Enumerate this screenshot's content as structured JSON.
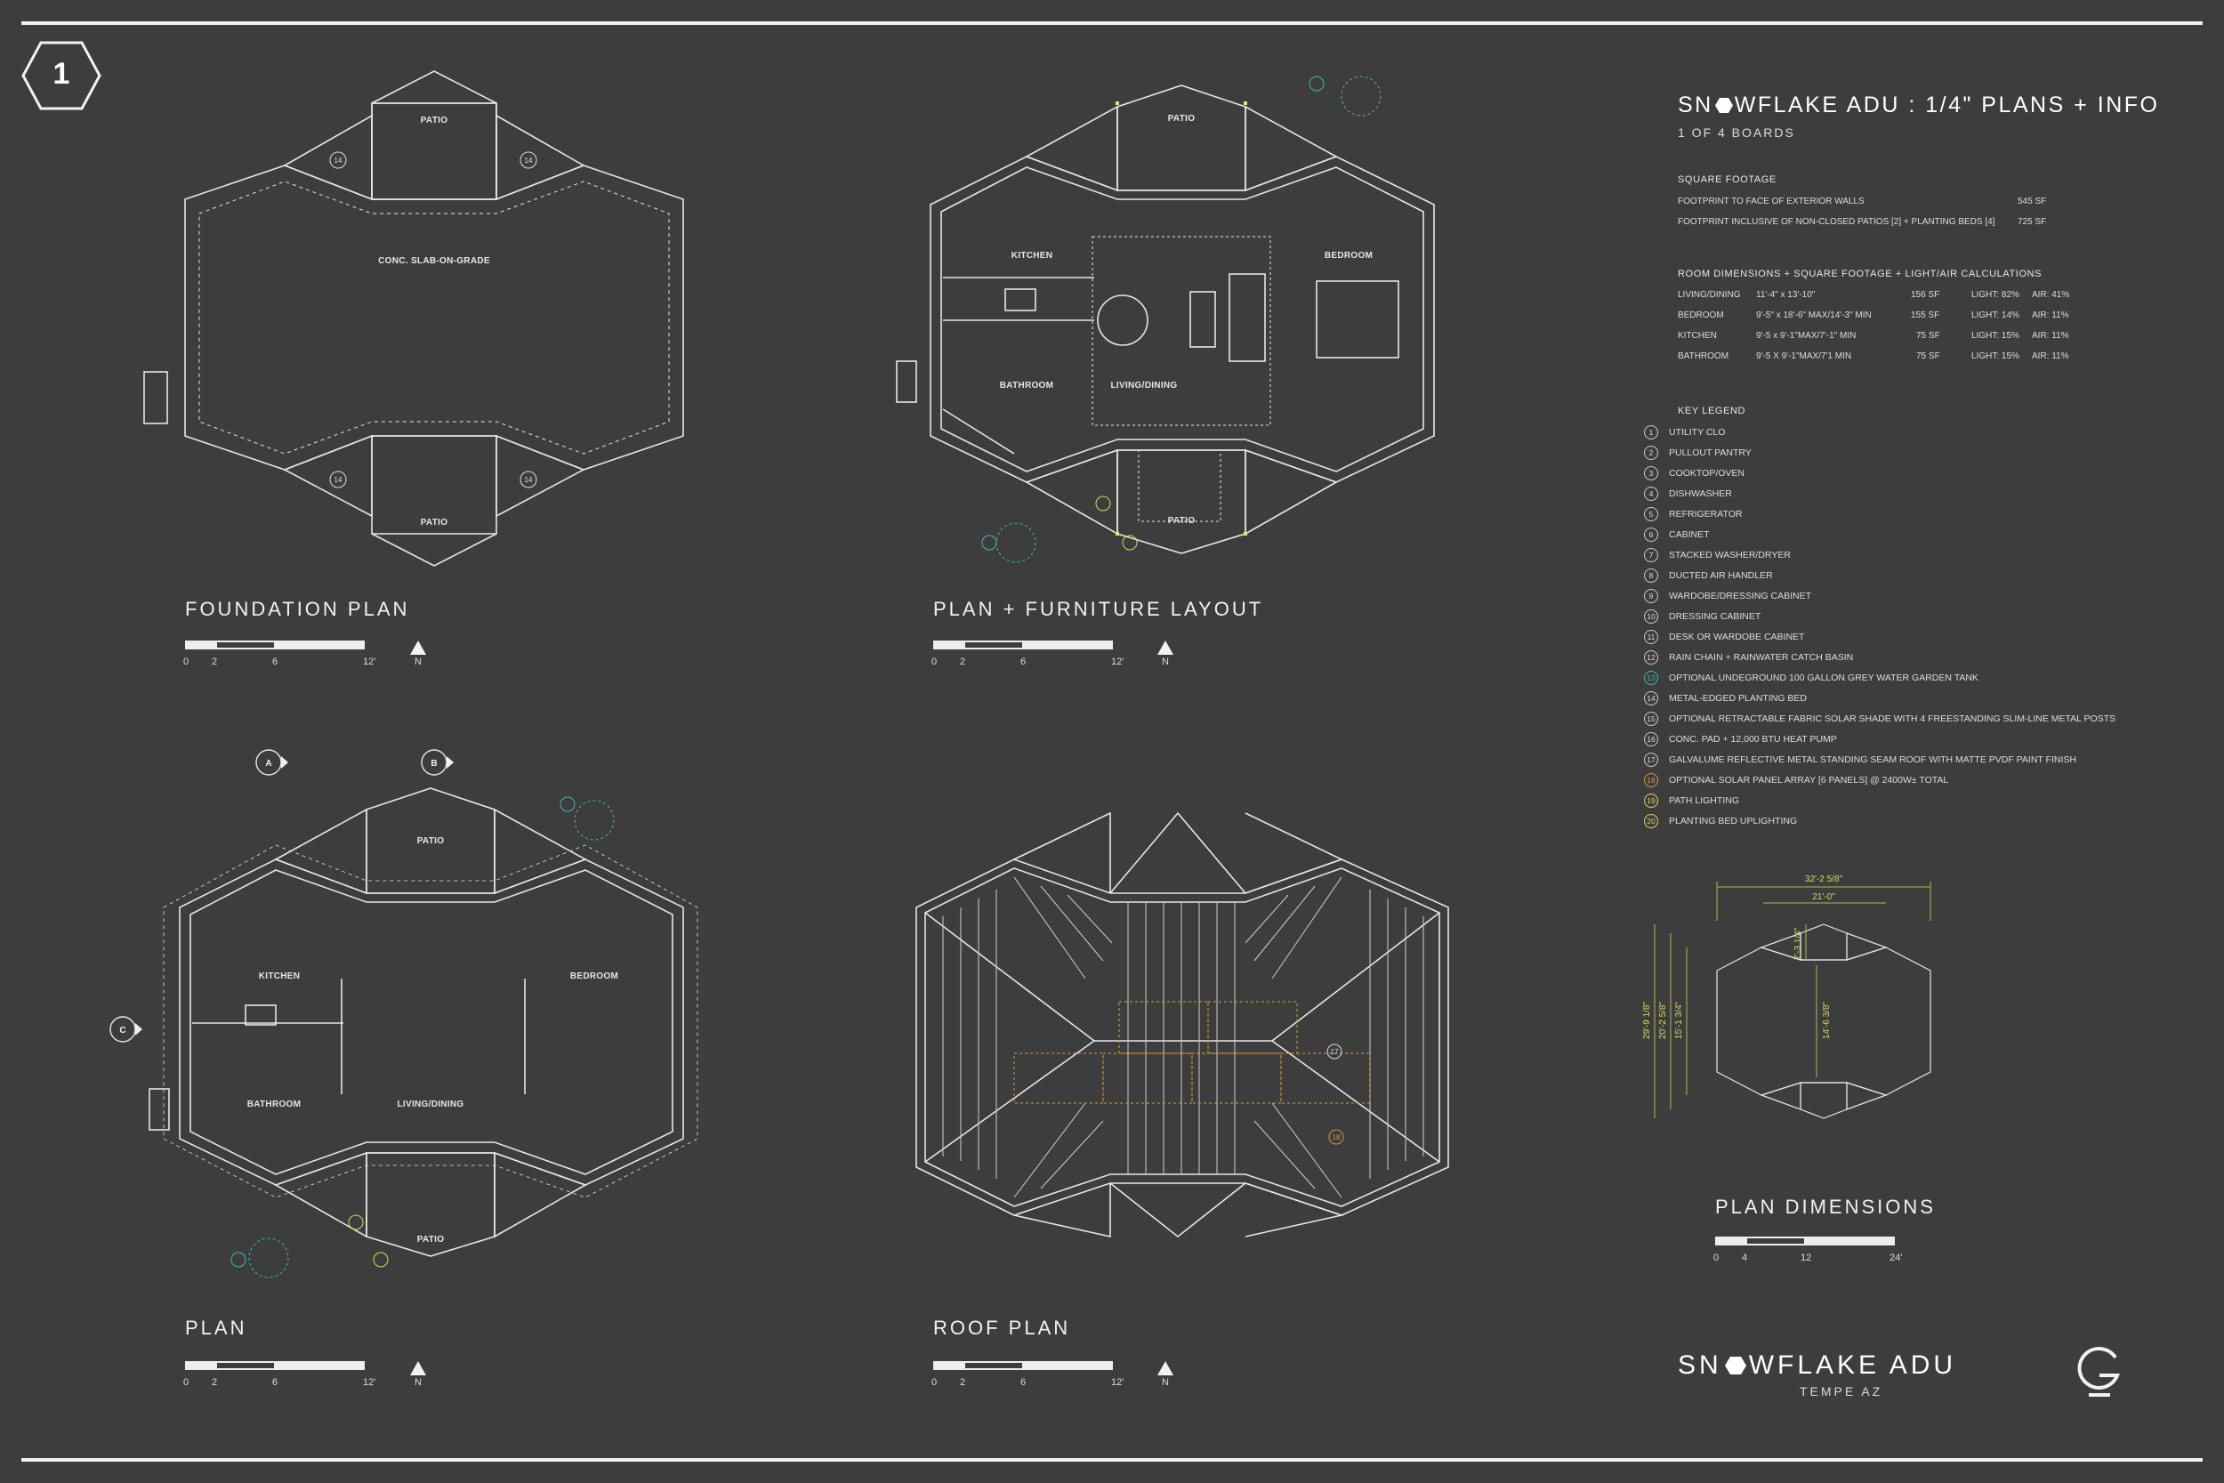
{
  "sheet_number": "1",
  "header": {
    "title_pre": "SN",
    "title_post": "WFLAKE  ADU : 1/4\" PLANS + INFO",
    "subtitle": "1 OF 4 BOARDS"
  },
  "square_footage": {
    "heading": "SQUARE FOOTAGE",
    "rows": [
      {
        "label": "FOOTPRINT TO FACE OF EXTERIOR WALLS",
        "value": "545 SF"
      },
      {
        "label": "FOOTPRINT INCLUSIVE OF NON-CLOSED PATIOS [2] + PLANTING BEDS [4]",
        "value": "725 SF"
      }
    ]
  },
  "room_dimensions": {
    "heading": "ROOM DIMENSIONS + SQUARE FOOTAGE + LIGHT/AIR CALCULATIONS",
    "rows": [
      {
        "room": "LIVING/DINING",
        "dims": "11'-4\" x 13'-10\"",
        "sf": "156 SF",
        "light": "LIGHT: 82%",
        "air": "AIR: 41%"
      },
      {
        "room": "BEDROOM",
        "dims": "9'-5\" x 18'-6\" MAX/14'-3\" MIN",
        "sf": "155 SF",
        "light": "LIGHT: 14%",
        "air": "AIR: 11%"
      },
      {
        "room": "KITCHEN",
        "dims": "9'-5 x 9'-1\"MAX/7'-1\" MIN",
        "sf": "75 SF",
        "light": "LIGHT: 15%",
        "air": "AIR: 11%"
      },
      {
        "room": "BATHROOM",
        "dims": "9'-5 X 9'-1\"MAX/7'1 MIN",
        "sf": "75 SF",
        "light": "LIGHT: 15%",
        "air": "AIR: 11%"
      }
    ]
  },
  "key_legend": {
    "heading": "KEY LEGEND",
    "items": [
      {
        "num": "1",
        "text": "UTILITY CLO",
        "color": "white"
      },
      {
        "num": "2",
        "text": "PULLOUT PANTRY",
        "color": "white"
      },
      {
        "num": "3",
        "text": "COOKTOP/OVEN",
        "color": "white"
      },
      {
        "num": "4",
        "text": "DISHWASHER",
        "color": "white"
      },
      {
        "num": "5",
        "text": "REFRIGERATOR",
        "color": "white"
      },
      {
        "num": "6",
        "text": "CABINET",
        "color": "white"
      },
      {
        "num": "7",
        "text": "STACKED WASHER/DRYER",
        "color": "white"
      },
      {
        "num": "8",
        "text": "DUCTED AIR HANDLER",
        "color": "white"
      },
      {
        "num": "9",
        "text": "WARDOBE/DRESSING CABINET",
        "color": "white"
      },
      {
        "num": "10",
        "text": "DRESSING CABINET",
        "color": "white"
      },
      {
        "num": "11",
        "text": "DESK OR WARDOBE CABINET",
        "color": "white"
      },
      {
        "num": "12",
        "text": "RAIN CHAIN + RAINWATER CATCH BASIN",
        "color": "white"
      },
      {
        "num": "13",
        "text": "OPTIONAL UNDEGROUND 100 GALLON GREY WATER GARDEN TANK",
        "color": "teal"
      },
      {
        "num": "14",
        "text": "METAL-EDGED PLANTING BED",
        "color": "white"
      },
      {
        "num": "15",
        "text": "OPTIONAL RETRACTABLE FABRIC SOLAR SHADE WITH 4 FREESTANDING SLIM-LINE METAL POSTS",
        "color": "white"
      },
      {
        "num": "16",
        "text": "CONC. PAD + 12,000 BTU HEAT PUMP",
        "color": "white"
      },
      {
        "num": "17",
        "text": "GALVALUME REFLECTIVE METAL STANDING SEAM ROOF WITH MATTE PVDF PAINT FINISH",
        "color": "white"
      },
      {
        "num": "18",
        "text": "OPTIONAL SOLAR PANEL ARRAY [6 PANELS] @ 2400W± TOTAL",
        "color": "orange"
      },
      {
        "num": "19",
        "text": "PATH LIGHTING",
        "color": "yellow"
      },
      {
        "num": "20",
        "text": "PLANTING BED UPLIGHTING",
        "color": "yellow"
      }
    ]
  },
  "drawings": {
    "foundation": {
      "title": "FOUNDATION PLAN",
      "slab": "CONC. SLAB-ON-GRADE",
      "patio": "PATIO",
      "bed": "14"
    },
    "furniture": {
      "title": "PLAN + FURNITURE LAYOUT",
      "patio": "PATIO",
      "kitchen": "KITCHEN",
      "bedroom": "BEDROOM",
      "bathroom": "BATHROOM",
      "living": "LIVING/DINING"
    },
    "plan": {
      "title": "PLAN",
      "patio": "PATIO",
      "kitchen": "KITCHEN",
      "bedroom": "BEDROOM",
      "bathroom": "BATHROOM",
      "living": "LIVING/DINING",
      "sec_a": "A",
      "sec_b": "B",
      "sec_c": "C"
    },
    "roof": {
      "title": "ROOF PLAN",
      "k17": "17",
      "k18": "18"
    },
    "dims": {
      "title": "PLAN DIMENSIONS",
      "overall_w": "32'-2 5/8\"",
      "inner_w": "21'-0\"",
      "overall_h": "29'-9 1/8\"",
      "h2": "20'-2 5/8\"",
      "h3": "15'-1 3/4\"",
      "h4": "14'-6 3/8\"",
      "h5": "7'-3 1/4\""
    }
  },
  "scale_small": {
    "t0": "0",
    "t1": "2",
    "t2": "6",
    "t3": "12'",
    "north": "N"
  },
  "scale_large": {
    "t0": "0",
    "t1": "4",
    "t2": "12",
    "t3": "24'"
  },
  "footer": {
    "brand_pre": "SN",
    "brand_post": "WFLAKE  ADU",
    "location": "TEMPE  AZ",
    "logo_letter": "G"
  },
  "colors": {
    "background": "#3d3d3d",
    "line": "#e6e6e6",
    "teal": "#3fb8b2",
    "yellow": "#d9d95a",
    "orange": "#d99a40"
  }
}
